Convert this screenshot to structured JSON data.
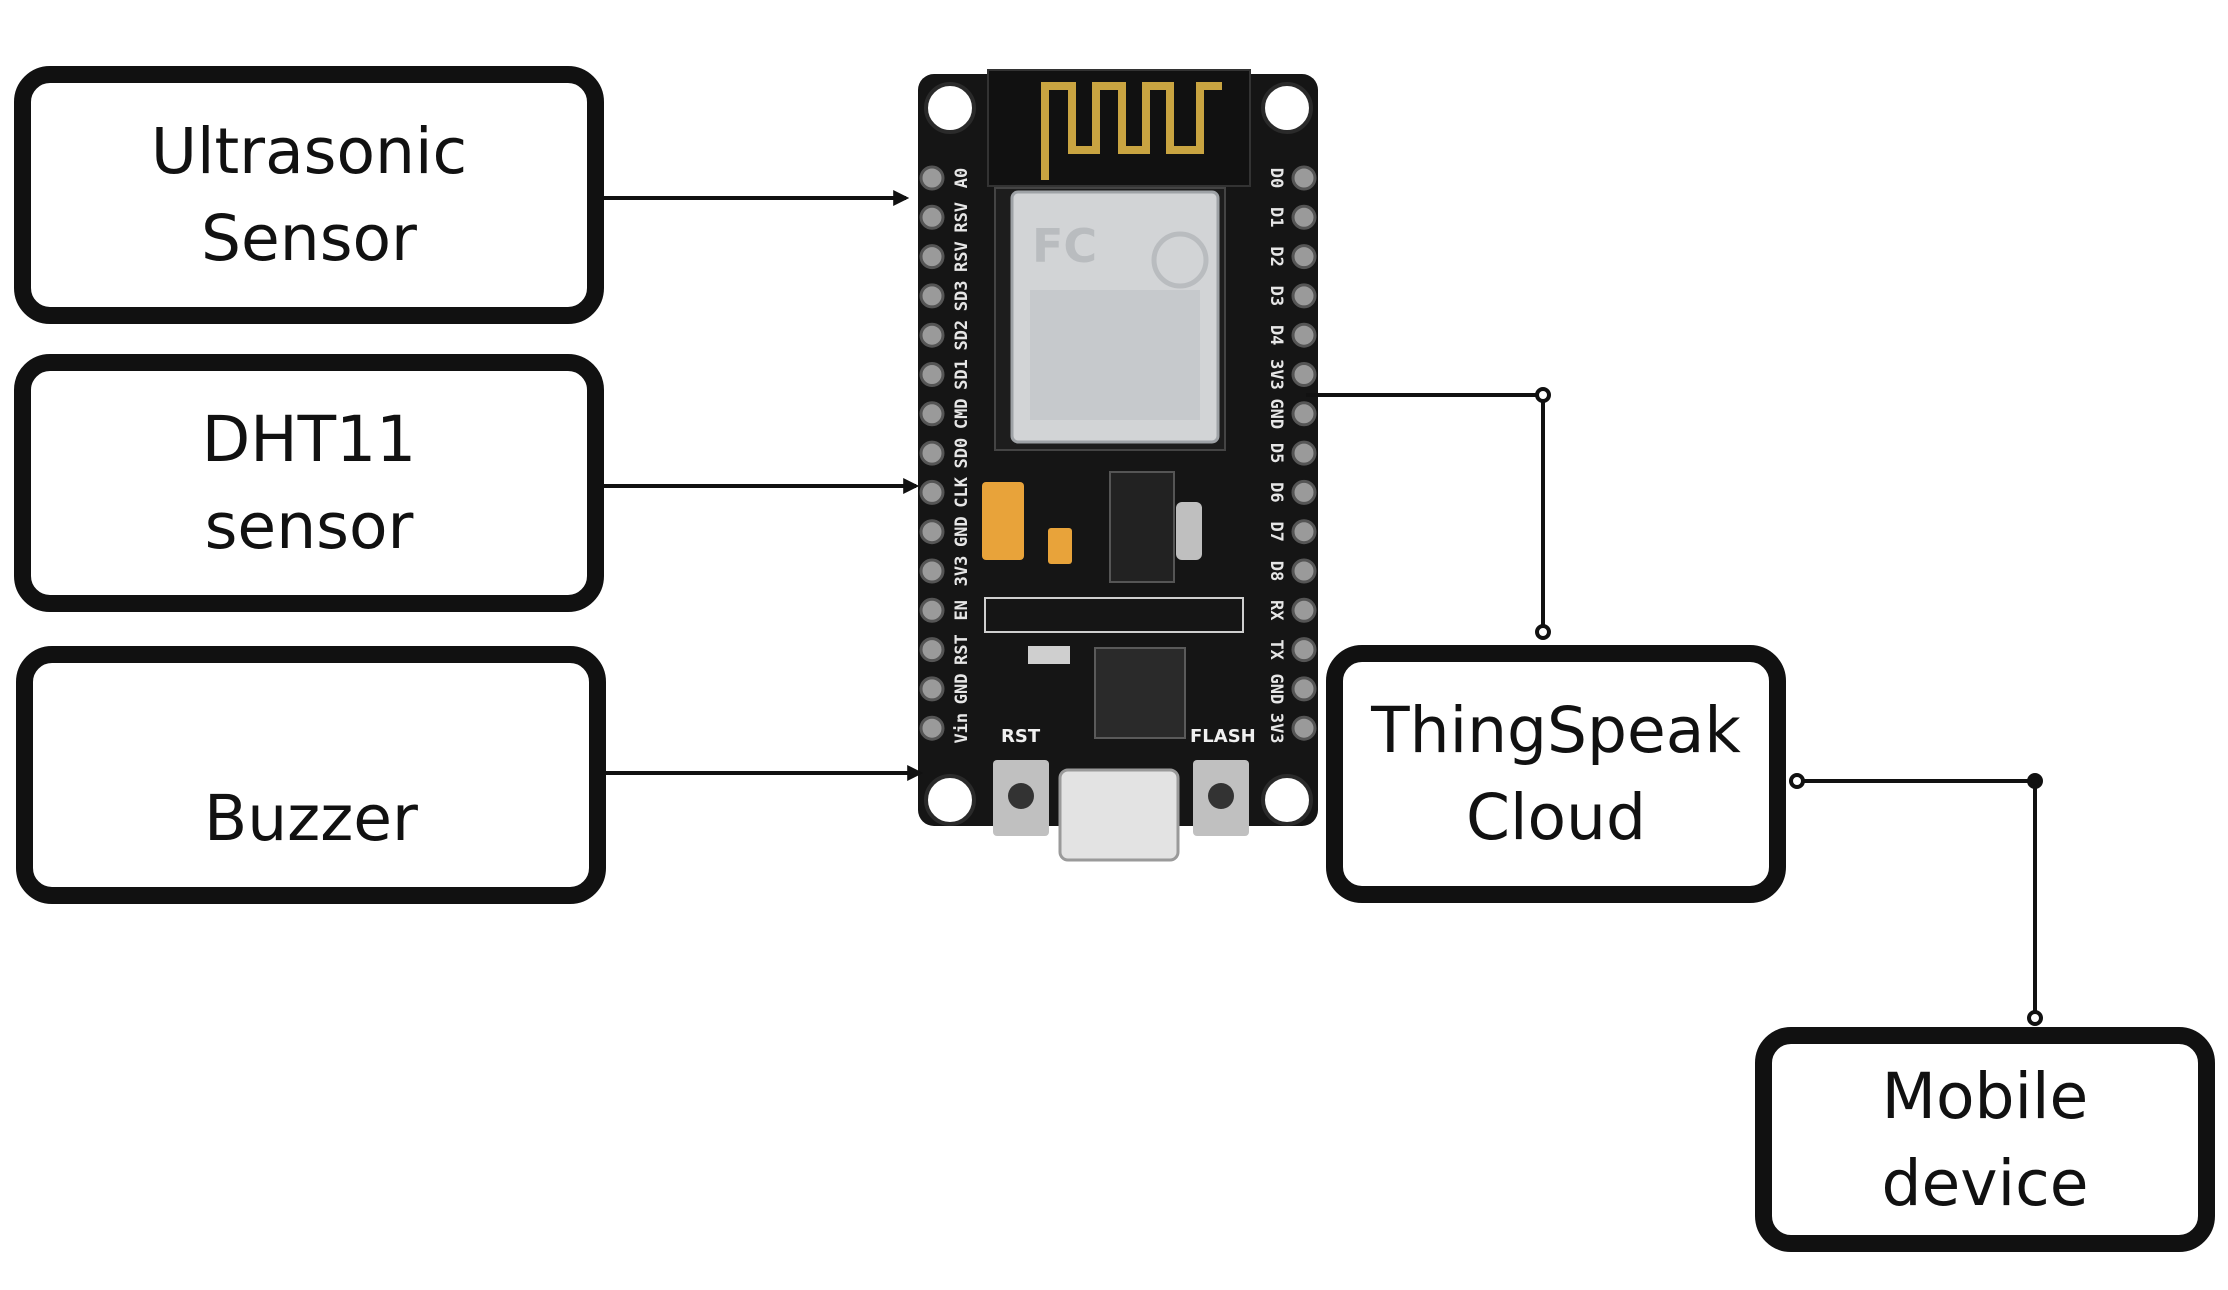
{
  "blocks": {
    "ultrasonic": {
      "line1": "Ultrasonic",
      "line2": "Sensor"
    },
    "dht11": {
      "line1": "DHT11",
      "line2": "sensor"
    },
    "buzzer": {
      "line1": "",
      "line2": "Buzzer"
    },
    "thingspeak": {
      "line1": "ThingSpeak",
      "line2": "Cloud"
    },
    "mobile": {
      "line1": "Mobile",
      "line2": "device"
    }
  },
  "board": {
    "left_pins": [
      "A0",
      "RSV",
      "RSV",
      "SD3",
      "SD2",
      "SD1",
      "CMD",
      "SD0",
      "CLK",
      "GND",
      "3V3",
      "EN",
      "RST",
      "GND",
      "Vin"
    ],
    "right_pins": [
      "D0",
      "D1",
      "D2",
      "D3",
      "D4",
      "3V3",
      "GND",
      "D5",
      "D6",
      "D7",
      "D8",
      "RX",
      "TX",
      "GND",
      "3V3"
    ],
    "rst_button": "RST",
    "flash_button": "FLASH"
  },
  "colors": {
    "board": "#151515",
    "gold": "#c9a441",
    "shield": "#d2d4d6",
    "line": "#111111"
  }
}
